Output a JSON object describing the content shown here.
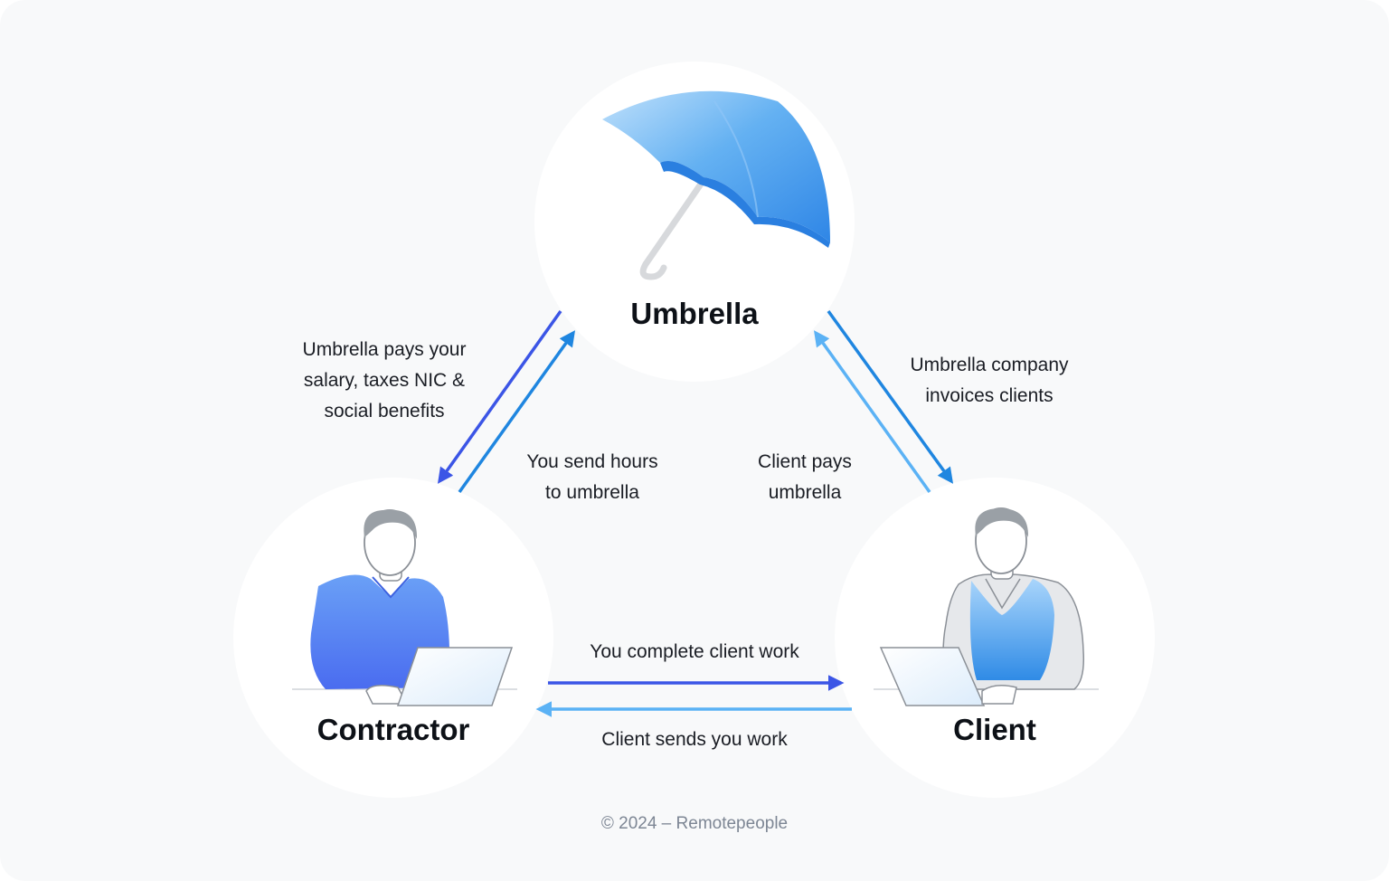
{
  "nodes": {
    "umbrella": {
      "label": "Umbrella",
      "icon": "umbrella-icon"
    },
    "contractor": {
      "label": "Contractor",
      "icon": "contractor-at-laptop-icon"
    },
    "client": {
      "label": "Client",
      "icon": "client-at-laptop-icon"
    }
  },
  "flows": {
    "umbrella_to_contractor": "Umbrella pays your\nsalary, taxes NIC &\nsocial benefits",
    "contractor_to_umbrella": "You send hours\nto umbrella",
    "client_to_umbrella": "Client pays\numbrella",
    "umbrella_to_client": "Umbrella company\ninvoices clients",
    "contractor_to_client": "You complete client work",
    "client_to_contractor": "Client sends you work"
  },
  "footer": "© 2024 – Remotepeople",
  "colors": {
    "background": "#f8f9fa",
    "arrow_dark": "#3b55e6",
    "arrow_mid": "#1f86e0",
    "arrow_light": "#5bb2f5",
    "sweater_blue": "#5b8cf5",
    "umbrella_blue": "#3d94ee"
  }
}
